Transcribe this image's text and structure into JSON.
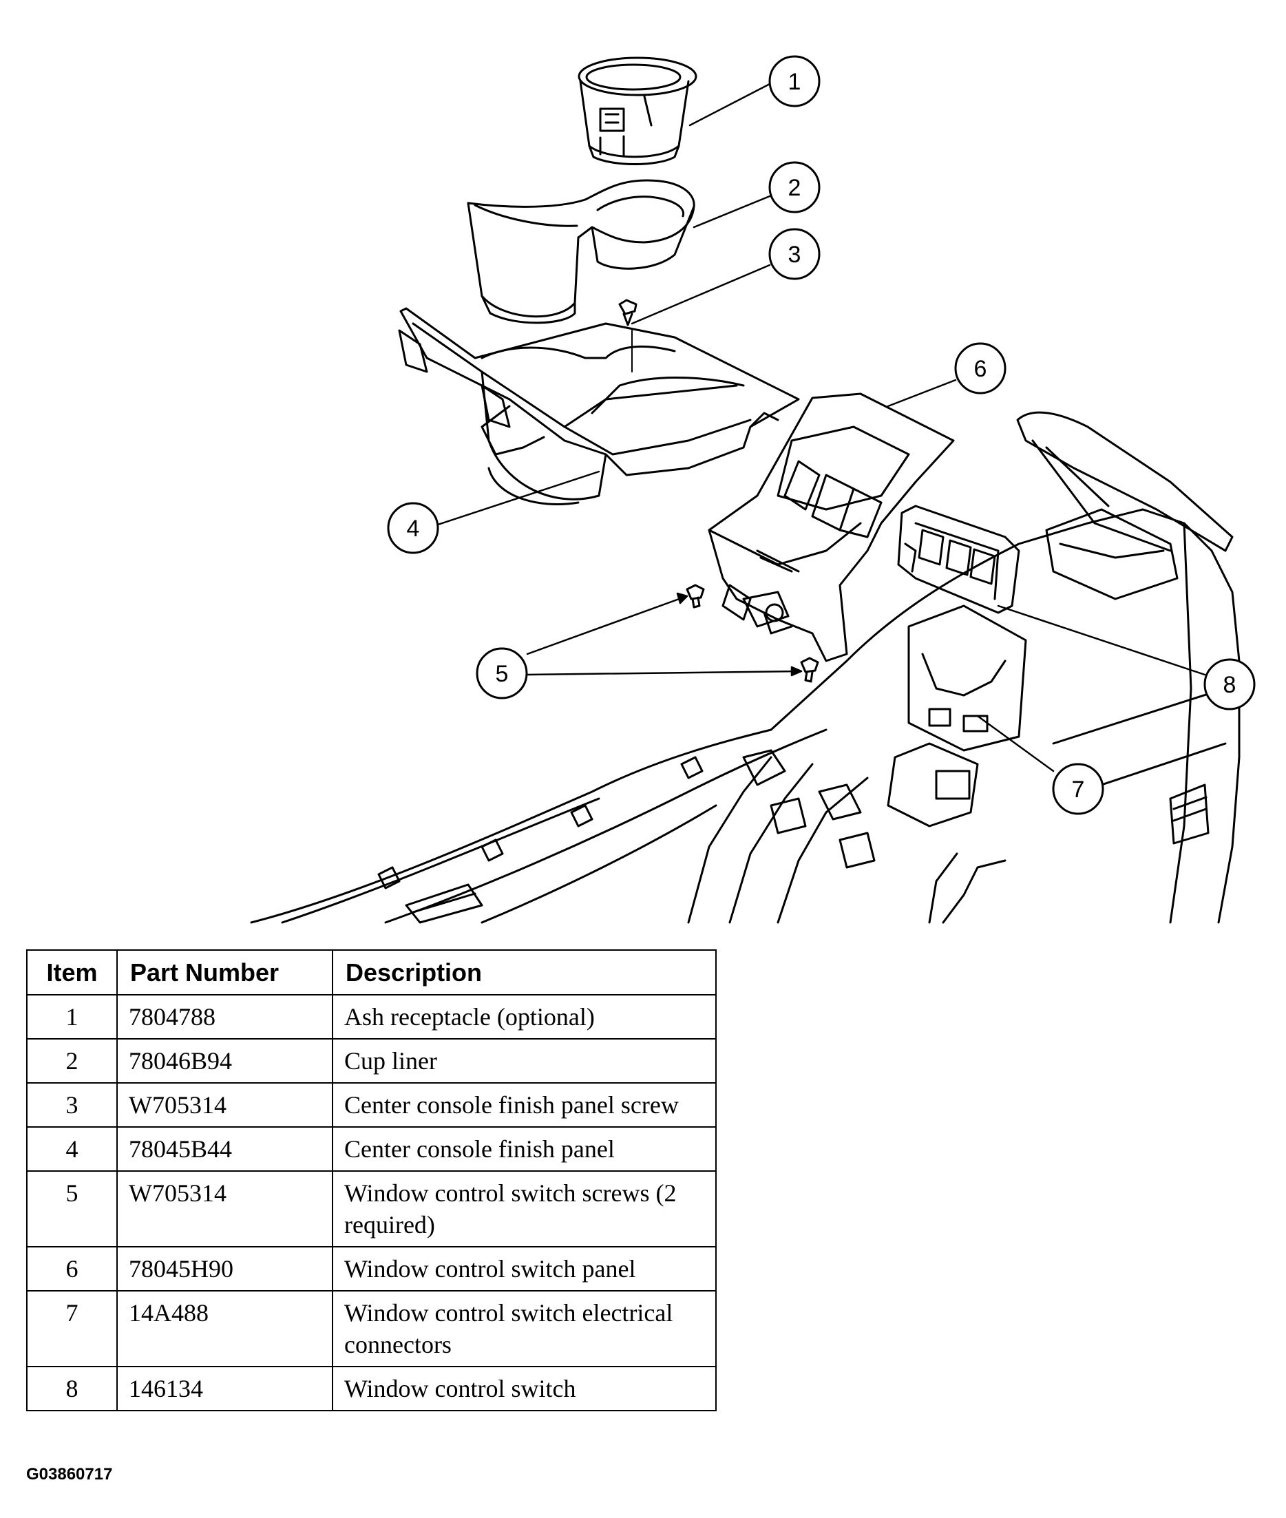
{
  "callouts": [
    "1",
    "2",
    "3",
    "4",
    "5",
    "6",
    "7",
    "8"
  ],
  "table": {
    "headers": {
      "item": "Item",
      "part_number": "Part Number",
      "description": "Description"
    },
    "rows": [
      {
        "item": "1",
        "part_number": "7804788",
        "description": "Ash receptacle (optional)"
      },
      {
        "item": "2",
        "part_number": "78046B94",
        "description": "Cup liner"
      },
      {
        "item": "3",
        "part_number": "W705314",
        "description": "Center console finish panel screw"
      },
      {
        "item": "4",
        "part_number": "78045B44",
        "description": "Center console finish panel"
      },
      {
        "item": "5",
        "part_number": "W705314",
        "description": "Window control switch screws (2 required)"
      },
      {
        "item": "6",
        "part_number": "78045H90",
        "description": "Window control switch panel"
      },
      {
        "item": "7",
        "part_number": "14A488",
        "description": "Window control switch electrical connectors"
      },
      {
        "item": "8",
        "part_number": "146134",
        "description": "Window control switch"
      }
    ]
  },
  "figure_code": "G03860717"
}
